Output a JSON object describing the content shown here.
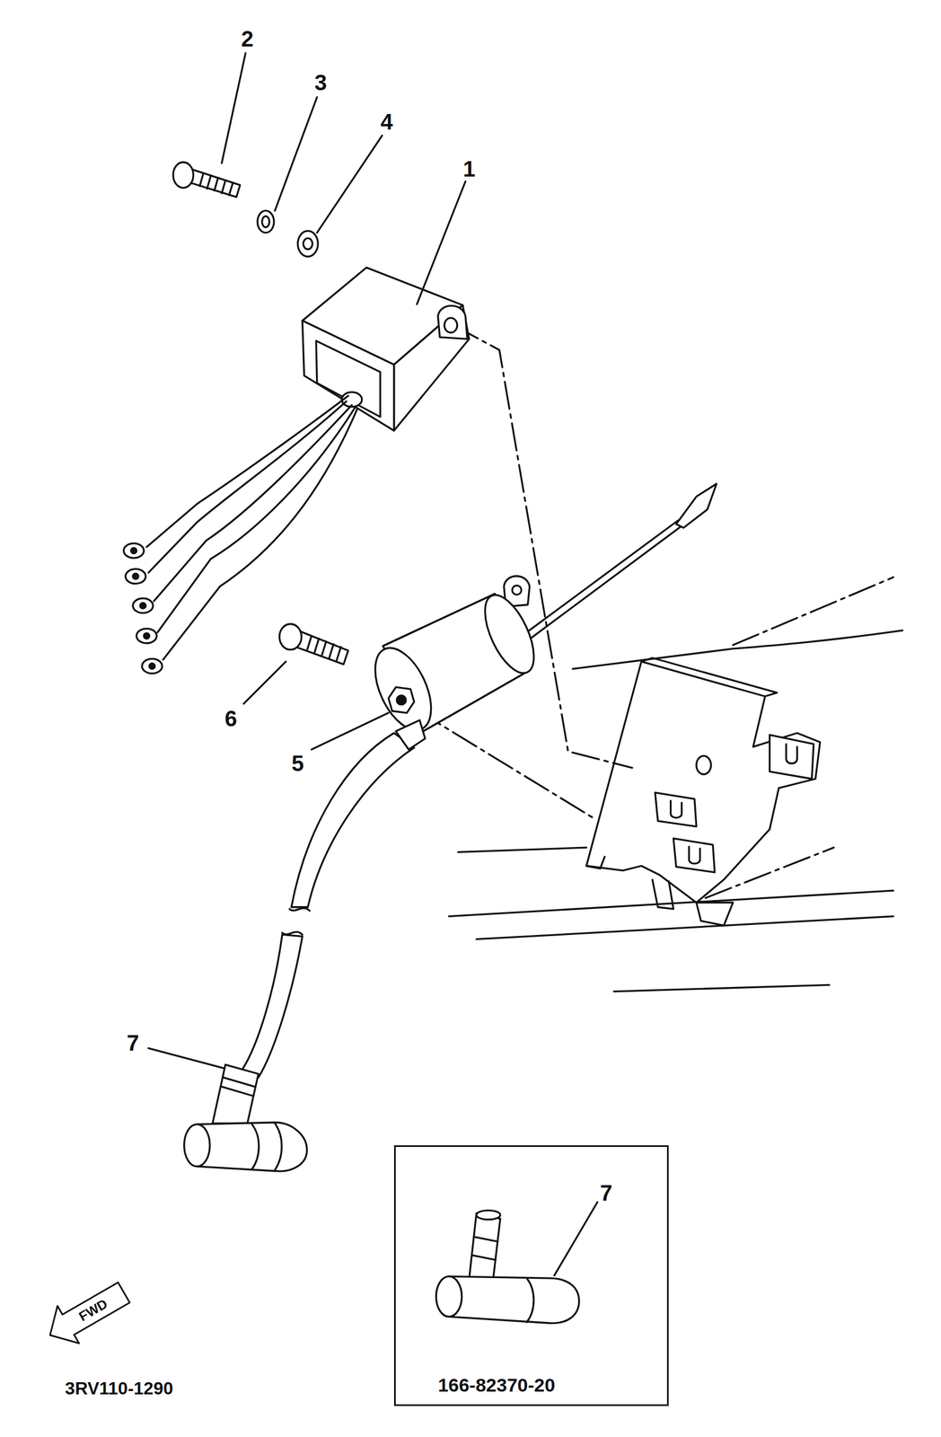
{
  "diagram": {
    "nodes": [
      {
        "text": [
          "7",
          "166-82370-20"
        ]
      },
      {
        "text": [
          "FWD"
        ]
      }
    ],
    "labels": [
      "2",
      "3",
      "4",
      "1",
      "6",
      "5",
      "7",
      "3RV110-1290"
    ]
  }
}
